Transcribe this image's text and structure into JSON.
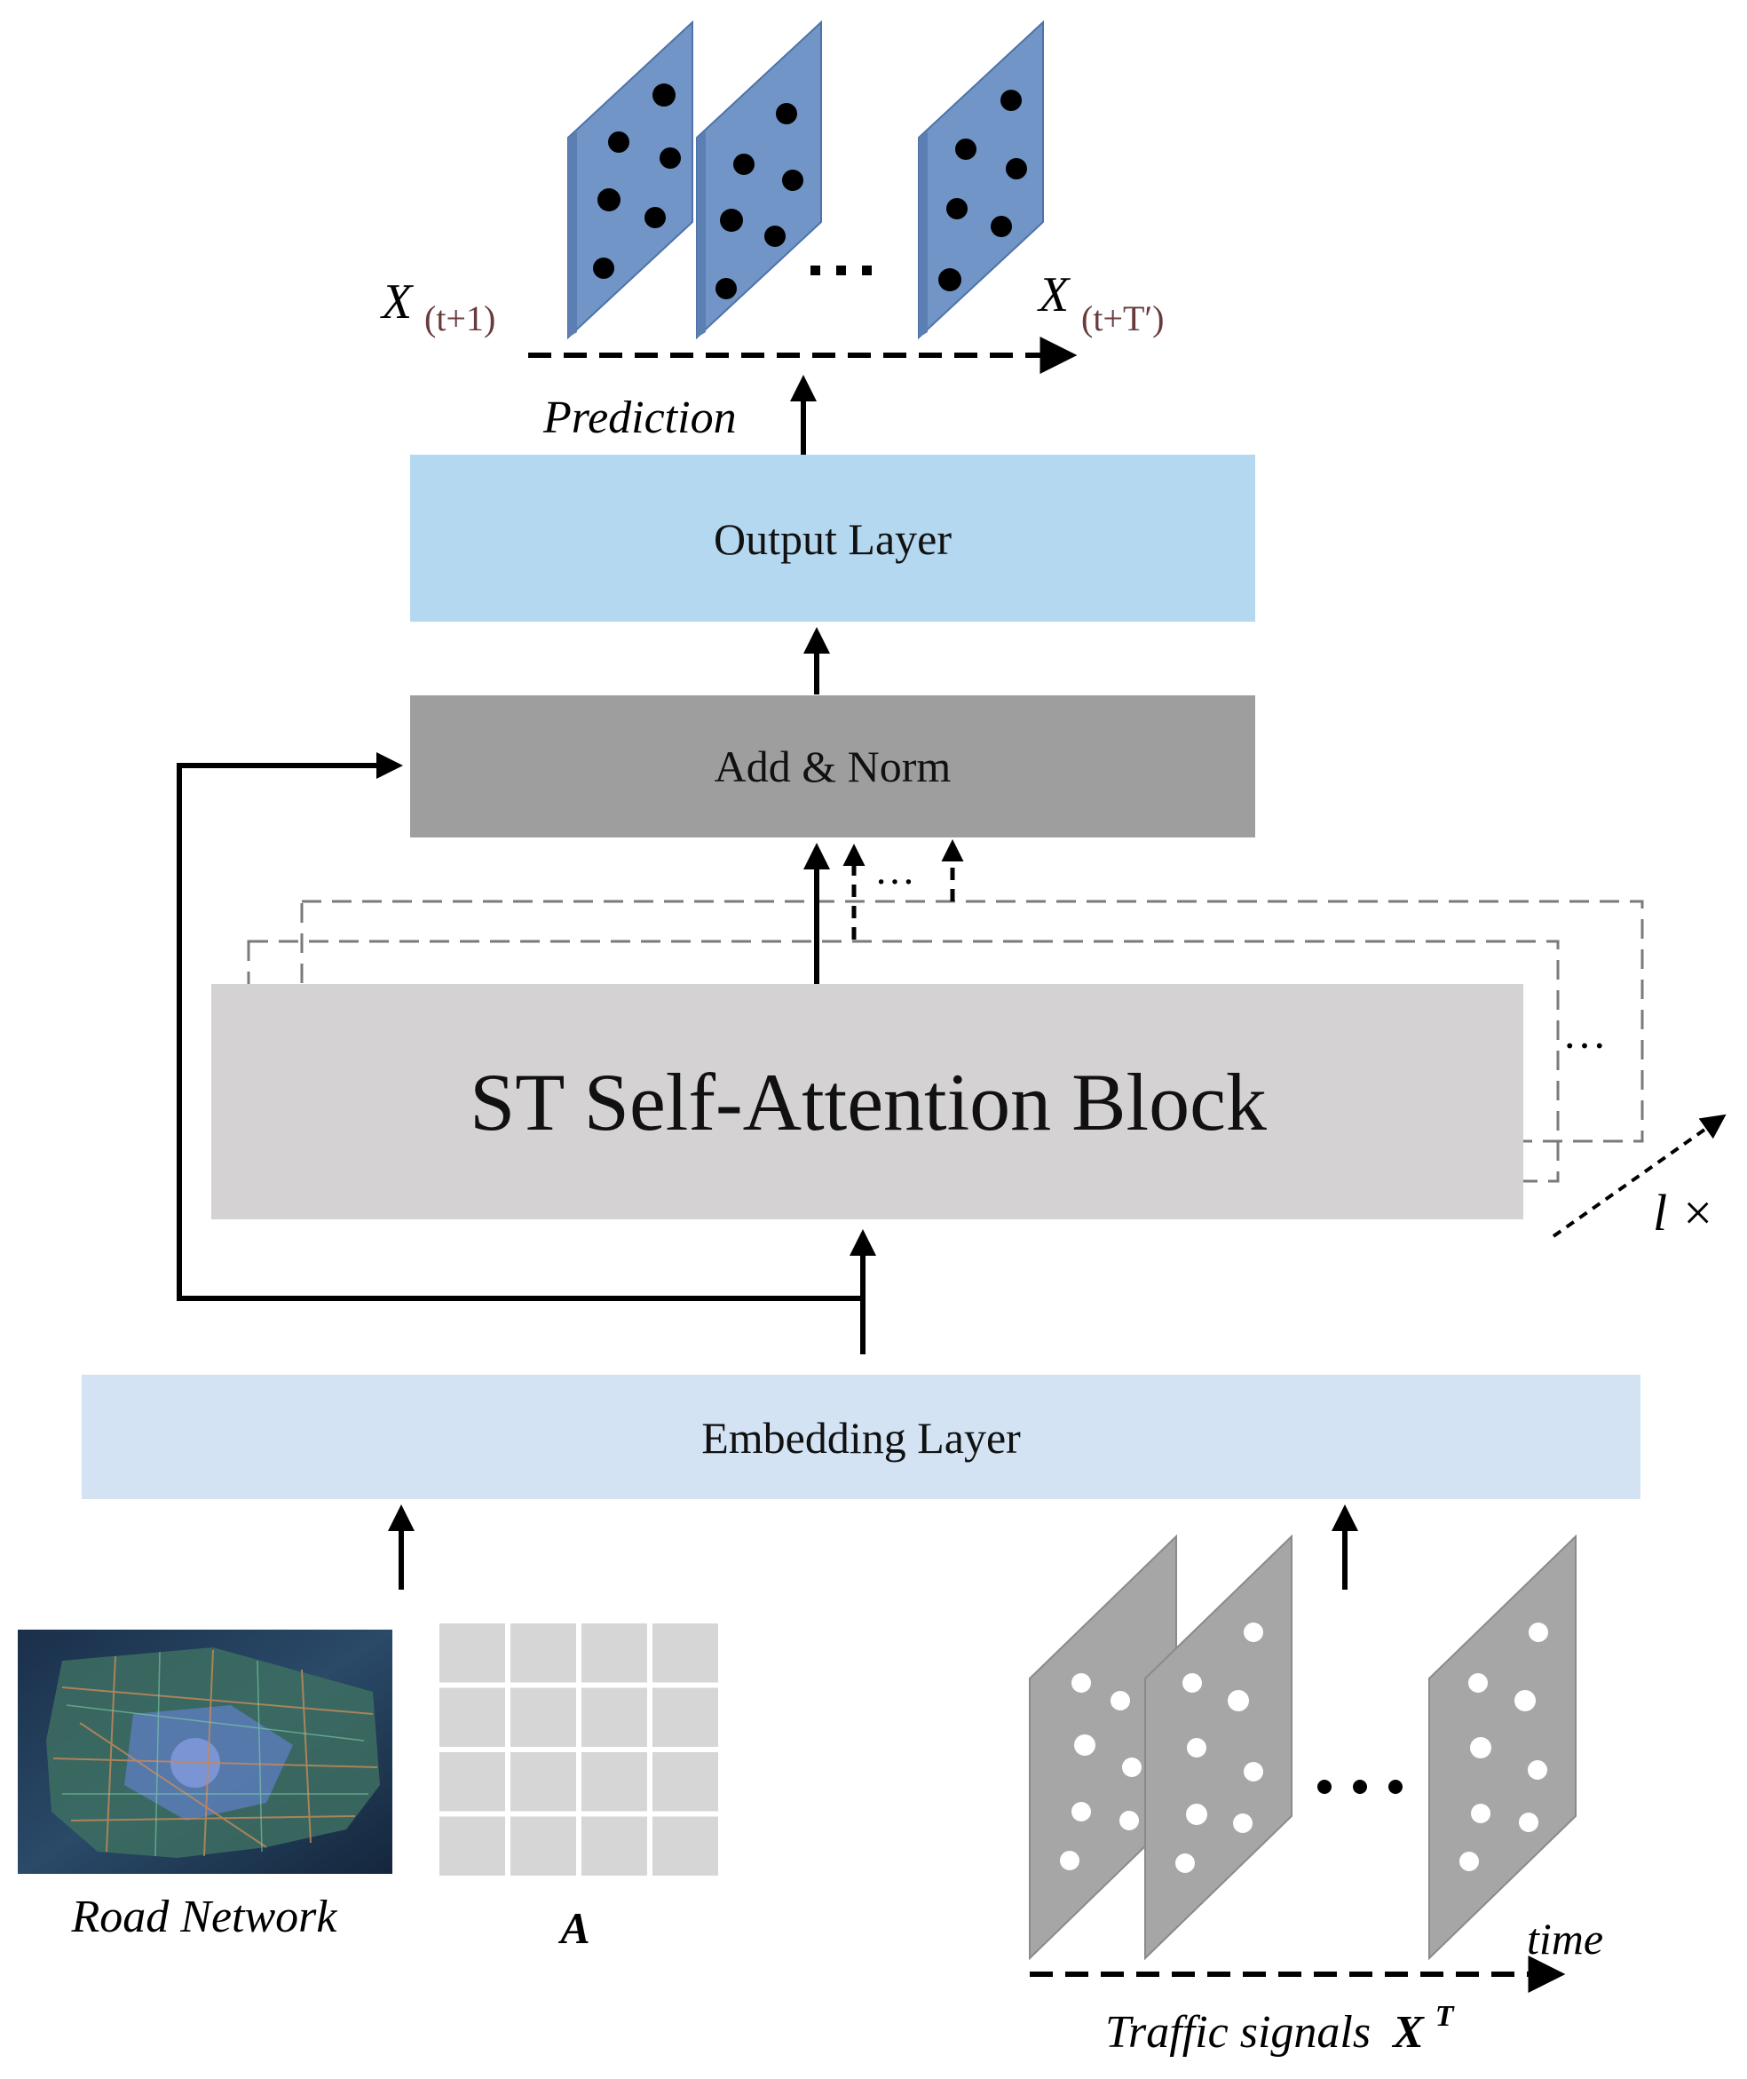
{
  "output": {
    "x_start_base": "X",
    "x_start_sub": "(t+1)",
    "x_end_base": "X",
    "x_end_sub": "(t+T′)",
    "prediction_label": "Prediction",
    "ellipsis": "…"
  },
  "layers": {
    "output_layer": "Output Layer",
    "add_norm": "Add & Norm",
    "st_block": "ST Self-Attention Block",
    "embedding": "Embedding Layer",
    "repeat_label": "l ×"
  },
  "inputs": {
    "road_network": "Road Network",
    "adjacency": "A",
    "time_label": "time",
    "traffic_label": "Traffic signals",
    "traffic_symbol_base": "X",
    "traffic_symbol_sup": "T"
  },
  "colors": {
    "output_layer_fill": "#b4d8f0",
    "add_norm_fill": "#9e9e9e",
    "st_block_fill": "#d4d2d2",
    "embedding_fill": "#d3e3f4",
    "pred_panel": "#7295c7",
    "input_panel": "#a6a6a6",
    "matrix_cell": "#d6d6d6"
  },
  "icons": {
    "road_network": "satellite-road-map-image",
    "adjacency_matrix": "grid-matrix-icon"
  }
}
